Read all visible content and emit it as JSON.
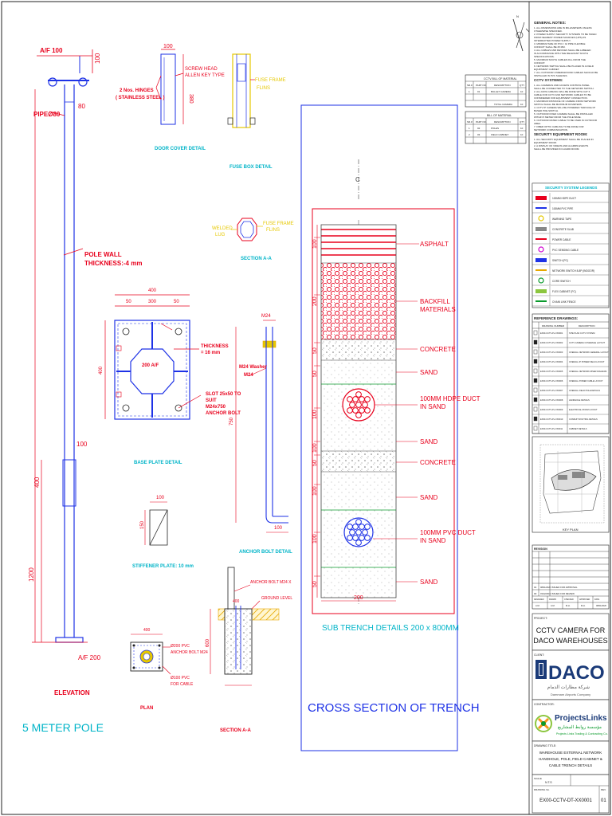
{
  "pole": {
    "af_top": "A/F 100",
    "dim_100": "100",
    "pipe": "PIPEØ80",
    "dim_80": "80",
    "wall_line1": "POLE WALL",
    "wall_line2": "THICKNESS:-4 mm",
    "dim_100b": "100",
    "dim_400": "400",
    "dim_1200": "1200",
    "af_bottom": "A/F 200",
    "elevation": "ELEVATION",
    "title": "5 METER POLE"
  },
  "door_detail": {
    "dim_100": "100",
    "dim_380": "380",
    "hinge_line1": "2 Nos. HINGES",
    "hinge_line2": "( STAINLESS STEEL )",
    "key_line1": "SCREW HEAD",
    "key_line2": "ALLEN KEY TYPE",
    "title": "DOOR COVER DETAIL"
  },
  "fuse_box": {
    "fuse_line1": "FUSE FRAME",
    "fuse_line2": "FLINS",
    "title": "FUSE BOX DETAIL"
  },
  "section_aa": {
    "left_line1": "WELDED",
    "left_line2": "LUG",
    "right_line1": "FUSE FRAME",
    "right_line2": "FLINS",
    "title": "SECTION A-A"
  },
  "base_plate": {
    "dim_400": "400",
    "dim_50a": "50",
    "dim_300": "300",
    "dim_50b": "50",
    "dim_side": "400",
    "af": "200 A/F",
    "thick_line1": "THICKNESS",
    "thick_line2": "= 16 mm",
    "slot_line1": "SLOT 25x50 TO",
    "slot_line2": "SUIT",
    "slot_line3": "M24x750",
    "slot_line4": "ANCHOR BOLT",
    "title": "BASE PLATE DETAIL"
  },
  "stiffener": {
    "dim_100": "100",
    "dim_side": "150",
    "title": "STIFFENER PLATE: 10 mm"
  },
  "anchor_bolt": {
    "top": "M24",
    "label_line1": "M24 Washer",
    "label_line2": "M24",
    "dim_750": "750",
    "dim_100": "100",
    "title": "ANCHOR BOLT DETAIL"
  },
  "foundation": {
    "anchor_label": "ANCHOR BOLT M24 X",
    "level_label": "GROUND LEVEL",
    "dim_top": "400",
    "dim_bottom": "600",
    "title": "SECTION A-A",
    "plan_dim_top": "400",
    "plan_label1": "Ø200 PVC",
    "plan_label2": "ANCHOR BOLT M24",
    "plan_label3": "Ø100 PVC",
    "plan_label4": "FOR CABLE",
    "plan_title": "PLAN"
  },
  "trench": {
    "center_mark": "C",
    "layers": [
      "ASPHALT",
      "BACKFILL MATERIALS",
      "CONCRETE",
      "SAND",
      "100MM HDPE DUCT IN SAND",
      "SAND",
      "CONCRETE",
      "SAND",
      "100MM PVC DUCT IN SAND",
      "SAND"
    ],
    "dims": [
      "100",
      "200",
      "50",
      "50",
      "100",
      "100",
      "50",
      "100",
      "100",
      "50"
    ],
    "width": "200",
    "sub_title": "SUB TRENCH DETAILS 200 x 800MM",
    "title": "CROSS SECTION OF TRENCH"
  },
  "bom1": {
    "title": "CCTV BILL OF MATERIAL",
    "headers": [
      "SR.#",
      "PART NO.",
      "DESCRIPTION",
      "QTY"
    ],
    "rows": [
      [
        "1",
        "01",
        "BULLET CAMERA",
        "10"
      ]
    ],
    "total_label": "TOTAL CAMERA",
    "total_value": "10"
  },
  "bom2": {
    "title": "BILL OF MATERIAL",
    "headers": [
      "SR.#",
      "PART NO.",
      "DESCRIPTION",
      "QTY"
    ],
    "rows": [
      [
        "1",
        "02",
        "POLES",
        "10"
      ],
      [
        "2",
        "03",
        "FIELD CABINET",
        "10"
      ]
    ]
  },
  "north": {
    "letter": "N"
  },
  "notes": {
    "general_title": "GENERAL NOTES:",
    "general": [
      "1. ALL DIMENSIONS ARE IN MILLIMETERS UNLESS OTHERWISE SPECIFIED.",
      "2. POWER SUPPLY SECURITY SYSTEMS TO BE TAKEN FROM NEAREST POWER SOURCES (UPS) AS INTERRUPTED POWER SUPPLY.",
      "3. MINIMUM SIZE OF PVC / GI PIPE FLEXIBLE CONDUIT SHALL BE 25 MM.",
      "4. ALL CABLES AND DEVICES SHALL BE LABELED IN ACCORDANCE WITH THE RELEVANT SOUTH SPECIFICATIONS.",
      "5. MAXIMUM SOUTH CABLES FILL FROM THE CONDUIT.",
      "6. NETWORK SWITCH SHALL BE PLACED IN A FIELD EQUIPMENT CABINET.",
      "7. ALL OUTDOOR UNDERGROUND CABLES SHOULD BE INSTALLED IN PVC SLEEVES."
    ],
    "cctv_title": "CCTV SYSTEMS:",
    "cctv": [
      "1. ALL CAMERAS AND ACCESS CONTROL PANEL SHALL BE CONNECTED TO THE NETWORK SWITCH.",
      "2. ALL DATA CABLING WILL BE DONE WITH CAT 6 CABLE FOR CCTV AND NETWORK CABLES TO BE CONSIDERED FOR EQUIPMENT CONNECTION.",
      "3. MAXIMUM DISTANCE OF CAMERA FROM NETWORK SWITCH SHALL BE MAXIMUM 90 METERS.",
      "4. CCTV IP CAMERA WILL BE POWERED THROUGH IP BASED POE SWITCH.",
      "5. OUTDOOR FIXED CAMERA SHALL BE INSTALLED WITHIN 5 METER FROM THE POLE BASE.",
      "6. OUTDOOR RATED CABLE TO BE USED IN OUTDOOR AREA.",
      "7. FIBER OPTIC CABLING TO BE DONE FOR NETWORK COMMUNICATION."
    ],
    "security_title": "SECURITY EQUIPMENT ROOM:",
    "security": [
      "1. ALL SECURITY EQUIPMENT SHALL BE PLACED IN EQUIPMENT ROOM.",
      "2. A DISPLAY OF VIDEOS AND ALARMS EVENTS SHALL BE PROVIDED IN GUARD ROOM."
    ]
  },
  "legends": {
    "title": "SECURITY SYSTEM LEGENDS",
    "items": [
      "100MM HDPE DUCT",
      "100MM PVC PIPE",
      "WARNING TAPE",
      "CONCRETE SLAB",
      "POWER CABLE",
      "PVC SENSING CABLE",
      "SWITCH (PC)",
      "NETWORK SWITCH 8-8P (INDOOR)",
      "CORE SWITCH",
      "FLEX CABINET (FC)",
      "CHAIN LINK FENCE"
    ]
  },
  "reference": {
    "title": "REFERENCE DRAWINGS:",
    "headers": [
      "DRAWING NUMBER",
      "DESCRIPTION"
    ],
    "rows": [
      [
        "EX00-CCTV-PL-XX0001",
        "SITE PLAN CCTV SYSTEM"
      ],
      [
        "EX00-CCTV-PL-XX0002",
        "CCTV CAMERA COVERAGE LAYOUT"
      ],
      [
        "EX00-CCTV-PL-XX0003",
        "OVERALL NETWORK GENERAL LAYOUT"
      ],
      [
        "EX00-CCTV-PL-XX0004",
        "OVERALL IP POWER FIELD LAYOUT"
      ],
      [
        "EX00-CCTV-PL-XX0005",
        "OVERALL NETWORK RISER DIAGRAM"
      ],
      [
        "EX00-CCTV-PL-XX0006",
        "OVERALL POWER CABLE LAYOUT"
      ],
      [
        "EX00-CCTV-PL-XX0007",
        "OVERALL FIELD POLE DETAILS"
      ],
      [
        "EX00-CCTV-PL-XX0008",
        "HANDHOLE DETAILS"
      ],
      [
        "EX00-CCTV-PL-XX0009",
        "ELECTRICAL ROOM LAYOUT"
      ],
      [
        "EX00-CCTV-PL-XX0010",
        "CONDUIT ROUTING DETAILS"
      ],
      [
        "EX00-CCTV-PL-XX0011",
        "CABINET DETAILS"
      ]
    ]
  },
  "key_plan": {
    "title": "KEY PLAN"
  },
  "revision": {
    "title": "REVISION",
    "rows": [
      [
        "01",
        "08/01/2020",
        "ISSUED FOR APPROVAL"
      ],
      [
        "00",
        "03/12/2019",
        "ISSUED FOR REVIEW"
      ]
    ],
    "sign_headers": [
      "DESIGNED",
      "DRAWN",
      "CHECKED",
      "APPROVED",
      "DATE"
    ],
    "sign_values": [
      "A.M.",
      "A.M.",
      "M.H.",
      "M.H.",
      "08/01/2020"
    ]
  },
  "project": {
    "label": "PROJECT:",
    "name_line1": "CCTV CAMERA FOR",
    "name_line2": "DACO WAREHOUSES"
  },
  "client": {
    "label": "CLIENT:",
    "logo": "DACO",
    "arabic": "شركة مطارات الدمام",
    "english": "Dammam Airports Company"
  },
  "contractor": {
    "label": "CONTRACTOR:",
    "logo": "ProjectsLinks",
    "arabic": "مؤسسة روابط المشاريع",
    "tag": "Projects Links Trading & Contracting Co."
  },
  "drawing_title": {
    "label": "DRAWING TITLE:",
    "line1": "WAREHOUSE EXTERNAL NETWORK",
    "line2": "HANDHOLE, POLE, FIELD CABINET &",
    "line3": "CABLE TRENCH DETAILS"
  },
  "footer": {
    "scale_label": "SCALE",
    "scale_value": "N.T.S",
    "no_label": "DRAWING No.",
    "number": "EX00-CCTV-DT-XX0001",
    "rev_label": "REV.",
    "rev": "01"
  },
  "colors": {
    "red": "#e8001c",
    "blue": "#1e32e6",
    "green": "#0a9a2c",
    "teal": "#00b4c8",
    "yellow": "#e6c800",
    "magenta": "#d000d0"
  }
}
